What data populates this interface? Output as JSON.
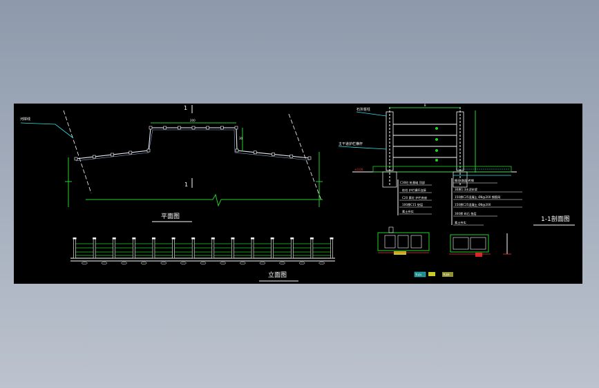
{
  "drawing": {
    "background": "#000000",
    "colors": {
      "white": "#ffffff",
      "green": "#22d02a",
      "cyan": "#33e0e8",
      "red": "#ff3030",
      "yellow": "#ffff33",
      "magenta": "#d040d0"
    }
  },
  "plan": {
    "title": "平面图",
    "leader_label": "河岸线",
    "section_mark": "1",
    "dim_top": "200",
    "dim_side": "30"
  },
  "elevation": {
    "title": "立面图",
    "post_count": 14
  },
  "section": {
    "title": "1-1剖面图",
    "label_top": "石灰桩柱",
    "label_mid": "主干道护栏横杆",
    "dim_top": "8",
    "level_mark": "±0.00",
    "left_notes": [
      "C30砼 桩基础 顶部",
      "桩柱 护栏横杆连接",
      "C20 素砼 护栏底座",
      "100厚C15 垫层",
      "素土夯实"
    ],
    "right_notes": [
      "细石 路面 砖铺",
      "30厚1:3水泥砂浆",
      "150厚C25混凝土 Ø8@200 钢筋网",
      "150厚C25混凝土 Ø8@200",
      "300厚 碎石 垫层",
      "素土夯实"
    ]
  },
  "details": {
    "label_a": "节点A",
    "label_b": "节点B"
  }
}
